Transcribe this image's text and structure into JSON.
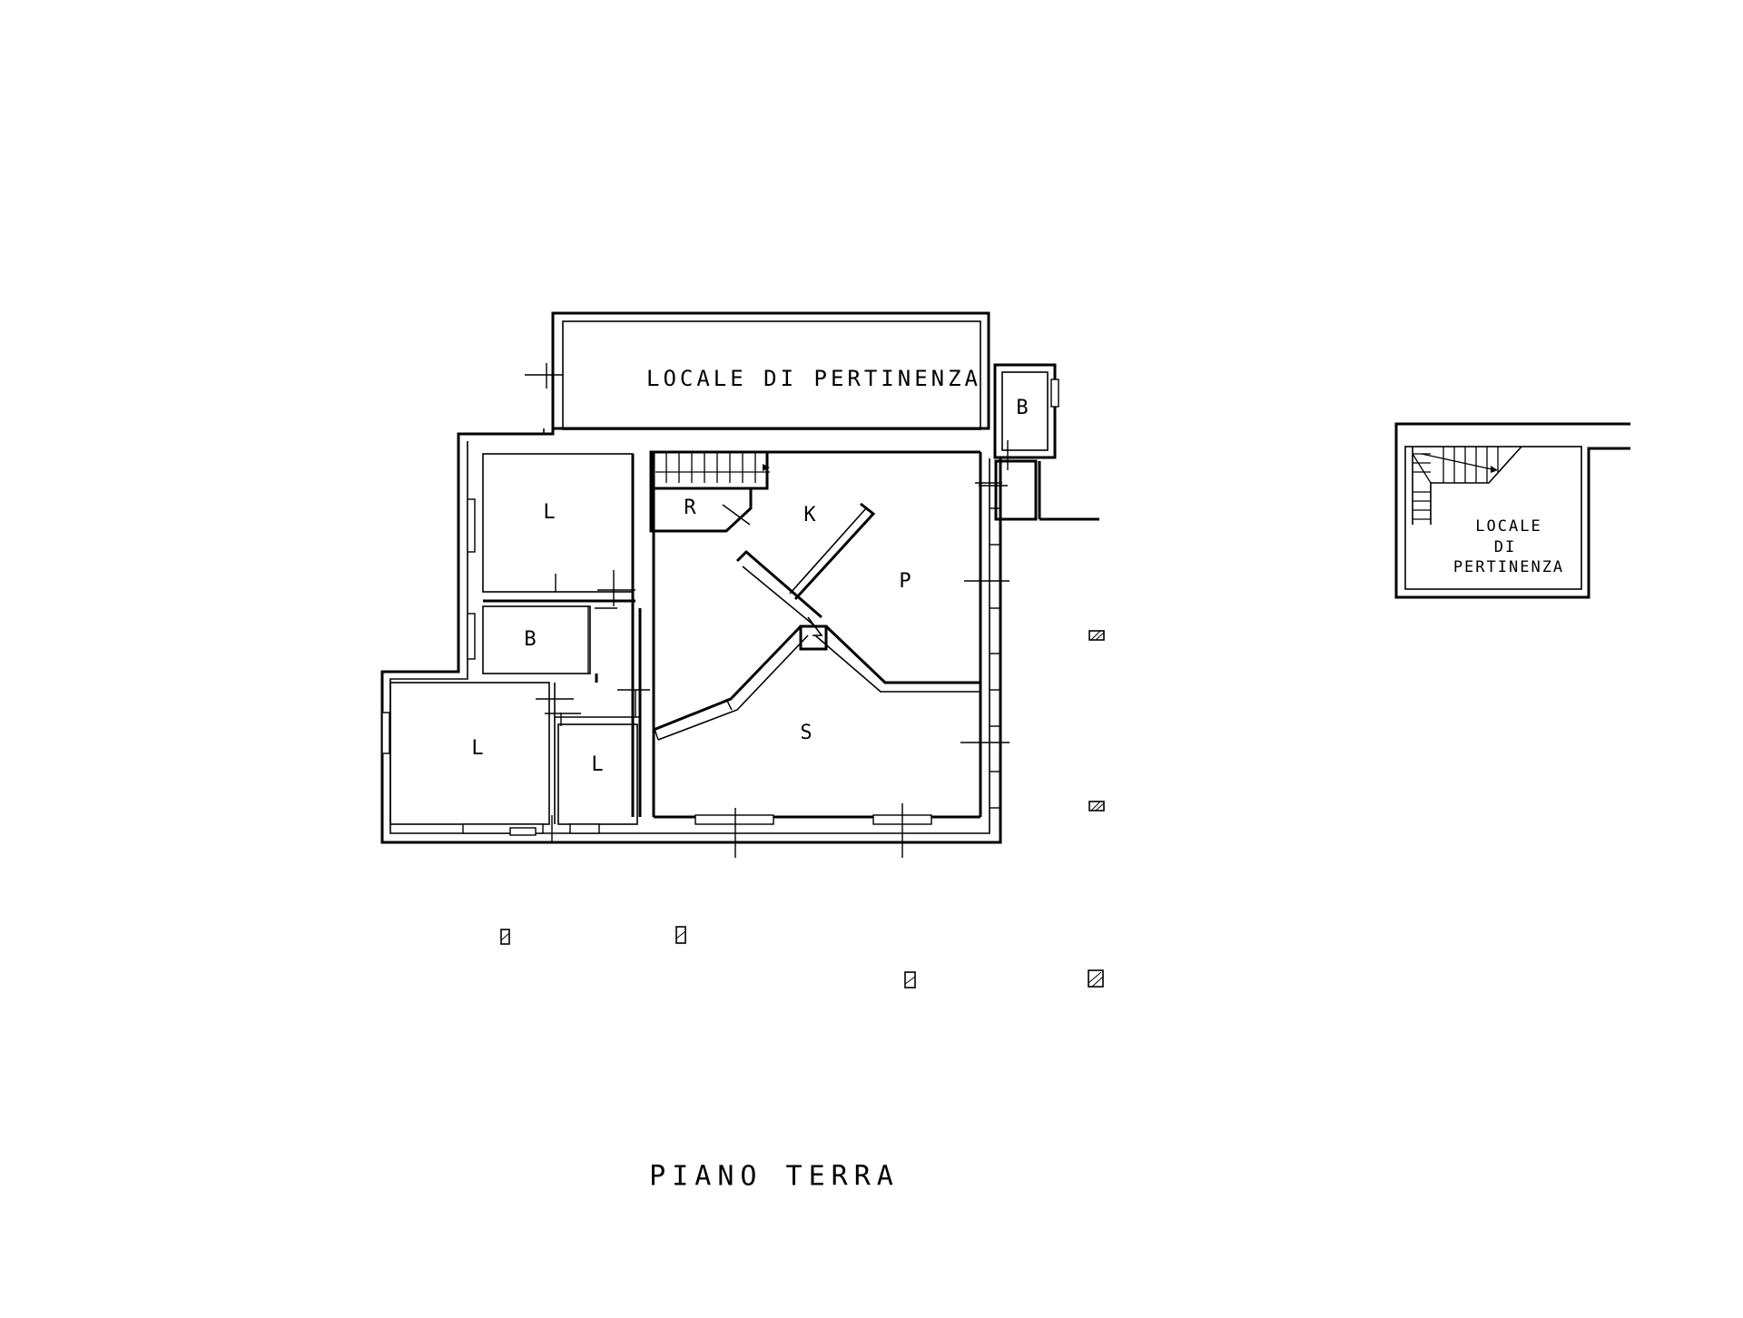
{
  "floor_title": "PIANO TERRA",
  "main_plan": {
    "annex_label": "LOCALE DI PERTINENZA",
    "rooms": {
      "bathroom_annex": "B",
      "bedroom_upper_left": "L",
      "bathroom_left": "B",
      "bedroom_lower_left": "L",
      "bedroom_small": "L",
      "storage": "R",
      "kitchen": "K",
      "pantry": "P",
      "living": "S"
    }
  },
  "detail_plan": {
    "label_line1": "LOCALE",
    "label_line2": "DI",
    "label_line3": "PERTINENZA"
  },
  "colors": {
    "ink": "#000000",
    "paper": "#ffffff"
  }
}
